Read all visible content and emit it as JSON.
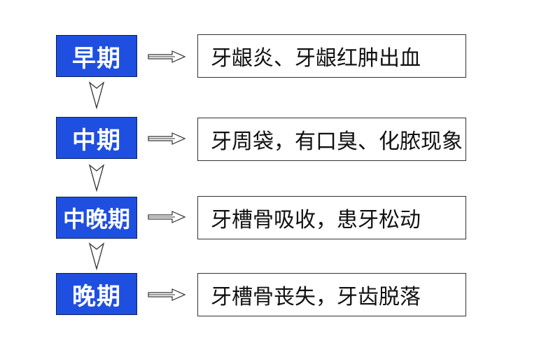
{
  "stages": [
    {
      "label": "早期",
      "description": "牙龈炎、牙龈红肿出血"
    },
    {
      "label": "中期",
      "description": "牙周袋，有口臭、化脓现象"
    },
    {
      "label": "中晚期",
      "description": "牙槽骨吸收，患牙松动"
    },
    {
      "label": "晚期",
      "description": "牙槽骨丧失，牙齿脱落"
    }
  ],
  "colors": {
    "stage_fill": "#1f4fe0",
    "stage_text": "#ffffff",
    "box_border": "#333333"
  }
}
